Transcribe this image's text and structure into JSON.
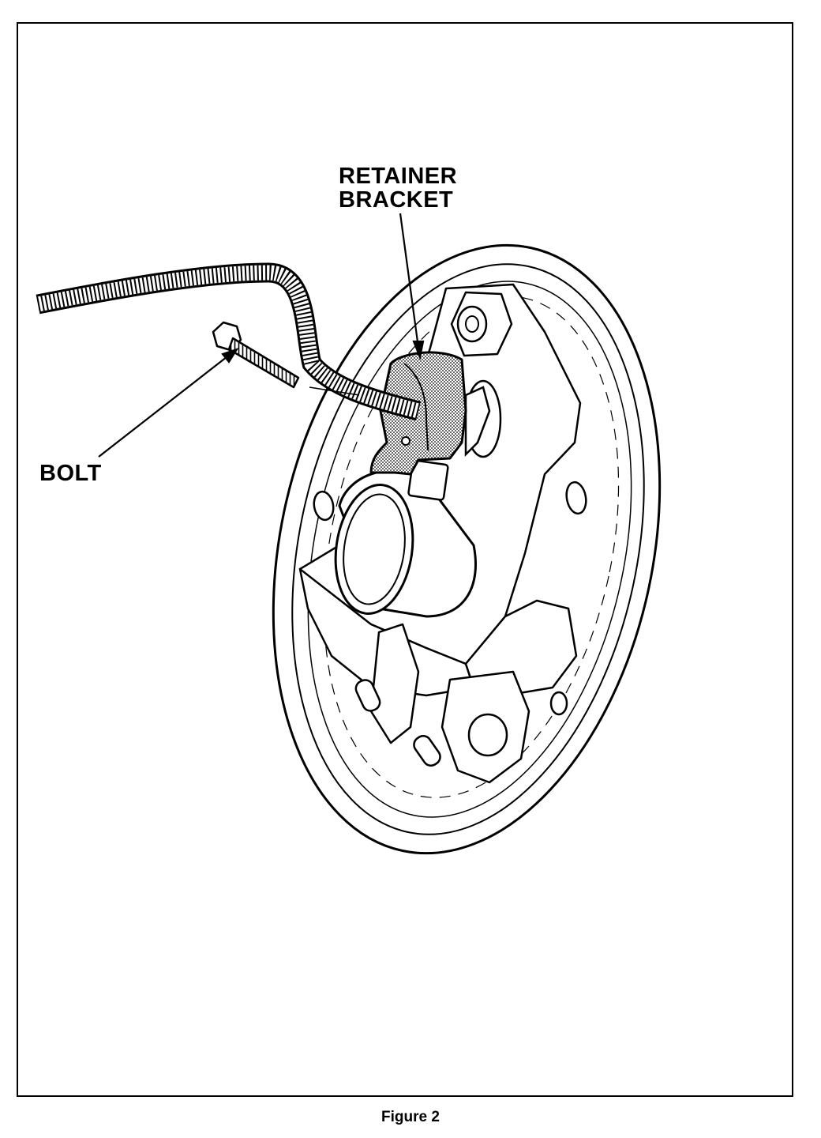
{
  "labels": {
    "retainer_line1": "RETAINER",
    "retainer_line2": "BRACKET",
    "bolt": "BOLT"
  },
  "caption": "Figure 2",
  "colors": {
    "ink": "#000000",
    "paper": "#ffffff"
  }
}
